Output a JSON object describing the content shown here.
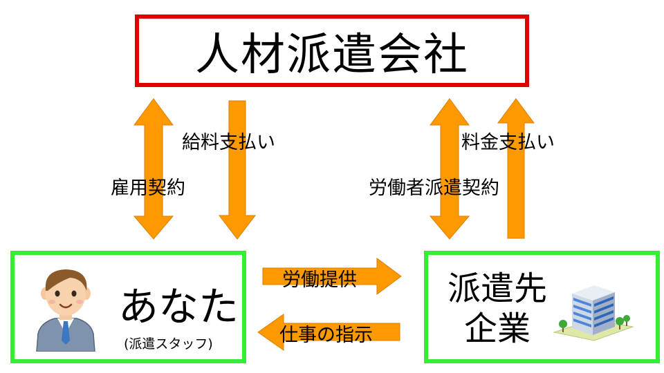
{
  "agency": {
    "title": "人材派遣会社"
  },
  "worker": {
    "name": "あなた",
    "sub": "(派遣スタッフ)"
  },
  "client": {
    "name_line1": "派遣先",
    "name_line2": "企業"
  },
  "labels": {
    "salary": "給料支払い",
    "employment": "雇用契約",
    "dispatch_contract": "労働者派遣契約",
    "fee": "料金支払い",
    "labor": "労働提供",
    "instructions": "仕事の指示"
  },
  "colors": {
    "arrow": "#ff9900",
    "agency_border": "#e00000",
    "party_border": "#33ee33"
  }
}
